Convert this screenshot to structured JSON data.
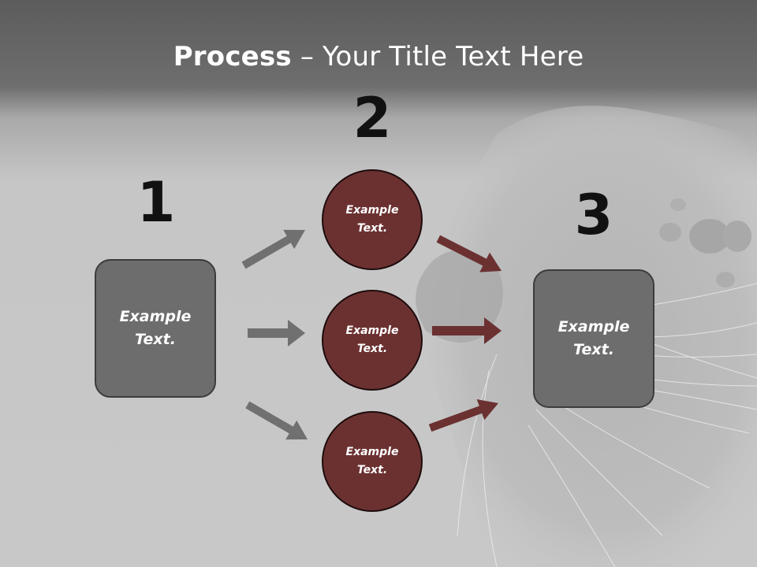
{
  "title": {
    "strong": "Process",
    "rest": " – Your Title Text Here"
  },
  "steps": [
    {
      "number": "1",
      "label": "Example Text."
    },
    {
      "number": "2",
      "items": [
        "Example Text.",
        "Example Text.",
        "Example Text."
      ]
    },
    {
      "number": "3",
      "label": "Example Text."
    }
  ],
  "colors": {
    "box_fill": "#6d6d6d",
    "circle_fill": "#6b3131",
    "gray_arrow": "#707070",
    "red_arrow": "#6b3131",
    "title_text": "#ffffff"
  }
}
